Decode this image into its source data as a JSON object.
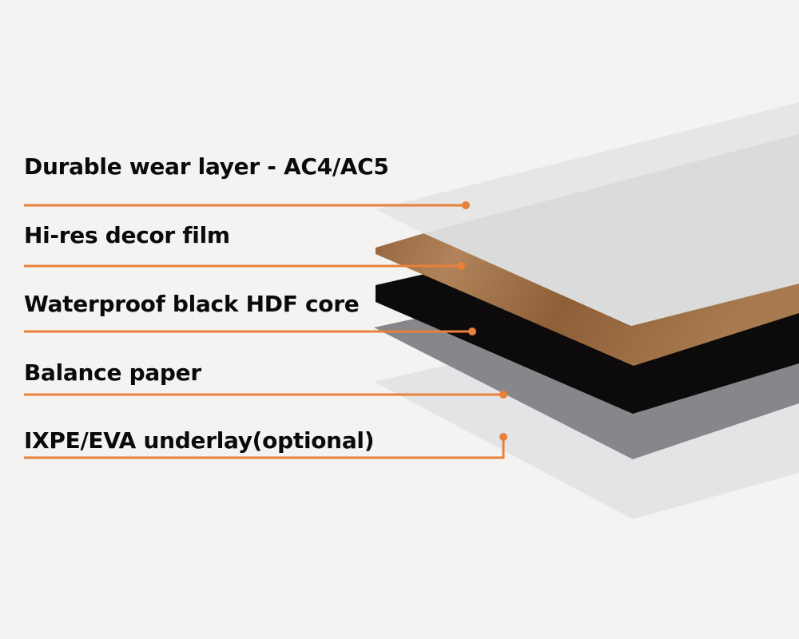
{
  "layers": [
    {
      "label": "Durable wear layer - AC4/AC5",
      "color": "#e3e3e3"
    },
    {
      "label": "Hi-res decor film",
      "color": "#9a6a3f"
    },
    {
      "label": "Waterproof black HDF core",
      "color": "#0c0a0a"
    },
    {
      "label": "Balance paper",
      "color": "#86878a"
    },
    {
      "label": "IXPE/EVA underlay(optional)",
      "color": "#e4e4e6"
    }
  ],
  "colors": {
    "leader": "#e8803a",
    "background": "#f4f3f1"
  }
}
